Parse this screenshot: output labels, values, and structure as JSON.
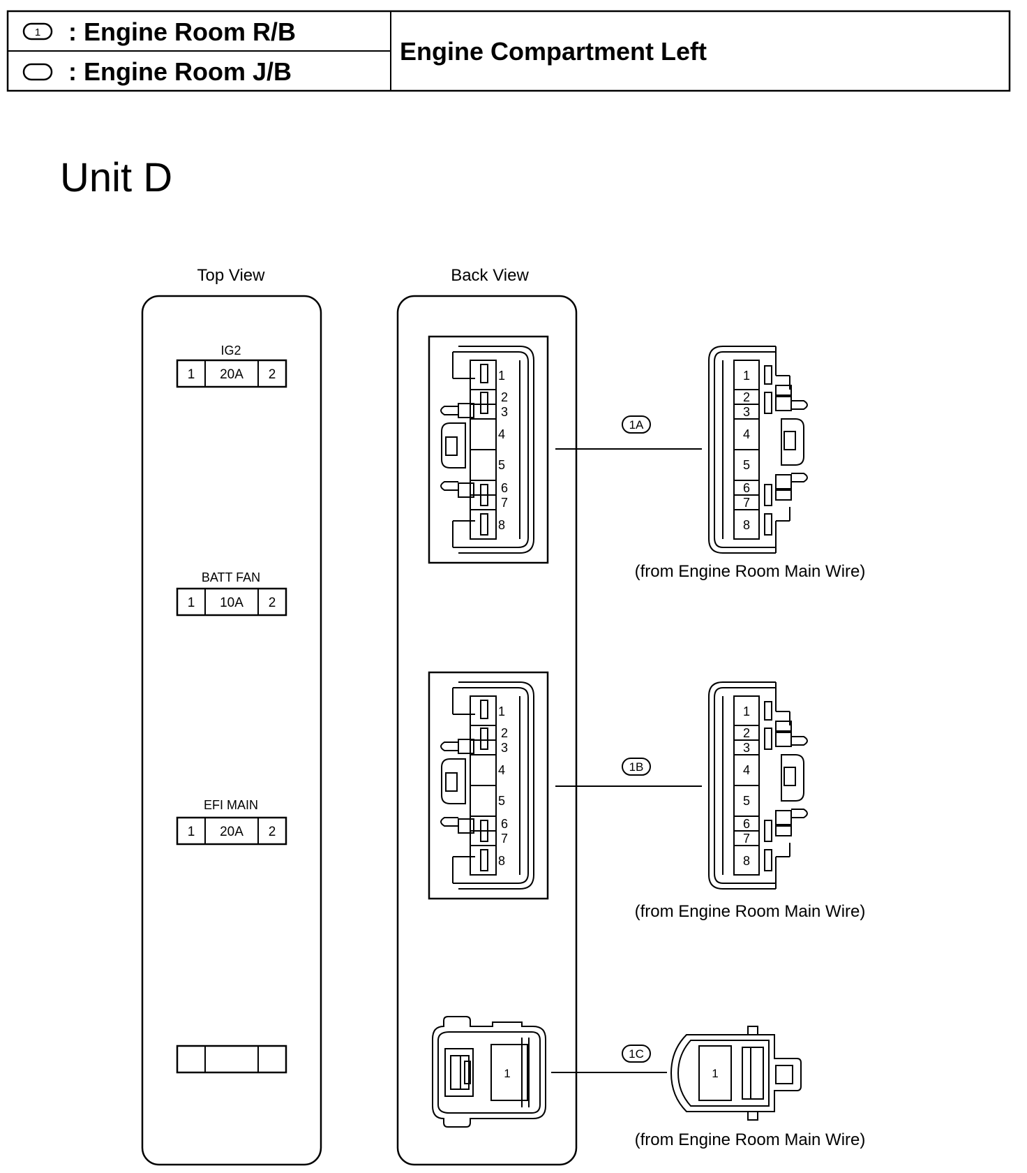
{
  "header": {
    "legend": [
      {
        "symbol": "1",
        "text": ": Engine Room R/B"
      },
      {
        "symbol": "",
        "text": ": Engine Room J/B"
      }
    ],
    "location": "Engine Compartment Left"
  },
  "unit_title": "Unit D",
  "top_view": {
    "label": "Top View",
    "fuses": [
      {
        "name": "IG2",
        "left": "1",
        "rating": "20A",
        "right": "2"
      },
      {
        "name": "BATT FAN",
        "left": "1",
        "rating": "10A",
        "right": "2"
      },
      {
        "name": "EFI MAIN",
        "left": "1",
        "rating": "20A",
        "right": "2"
      },
      {
        "name": "",
        "left": "",
        "rating": "",
        "right": ""
      }
    ]
  },
  "back_view": {
    "label": "Back View",
    "connectors": [
      {
        "code": "1A",
        "pins": [
          "1",
          "2",
          "3",
          "4",
          "5",
          "6",
          "7",
          "8"
        ],
        "source": "(from Engine Room Main Wire)"
      },
      {
        "code": "1B",
        "pins": [
          "1",
          "2",
          "3",
          "4",
          "5",
          "6",
          "7",
          "8"
        ],
        "source": "(from Engine Room Main Wire)"
      },
      {
        "code": "1C",
        "pins": [
          "1"
        ],
        "source": "(from Engine Room Main Wire)"
      }
    ]
  }
}
